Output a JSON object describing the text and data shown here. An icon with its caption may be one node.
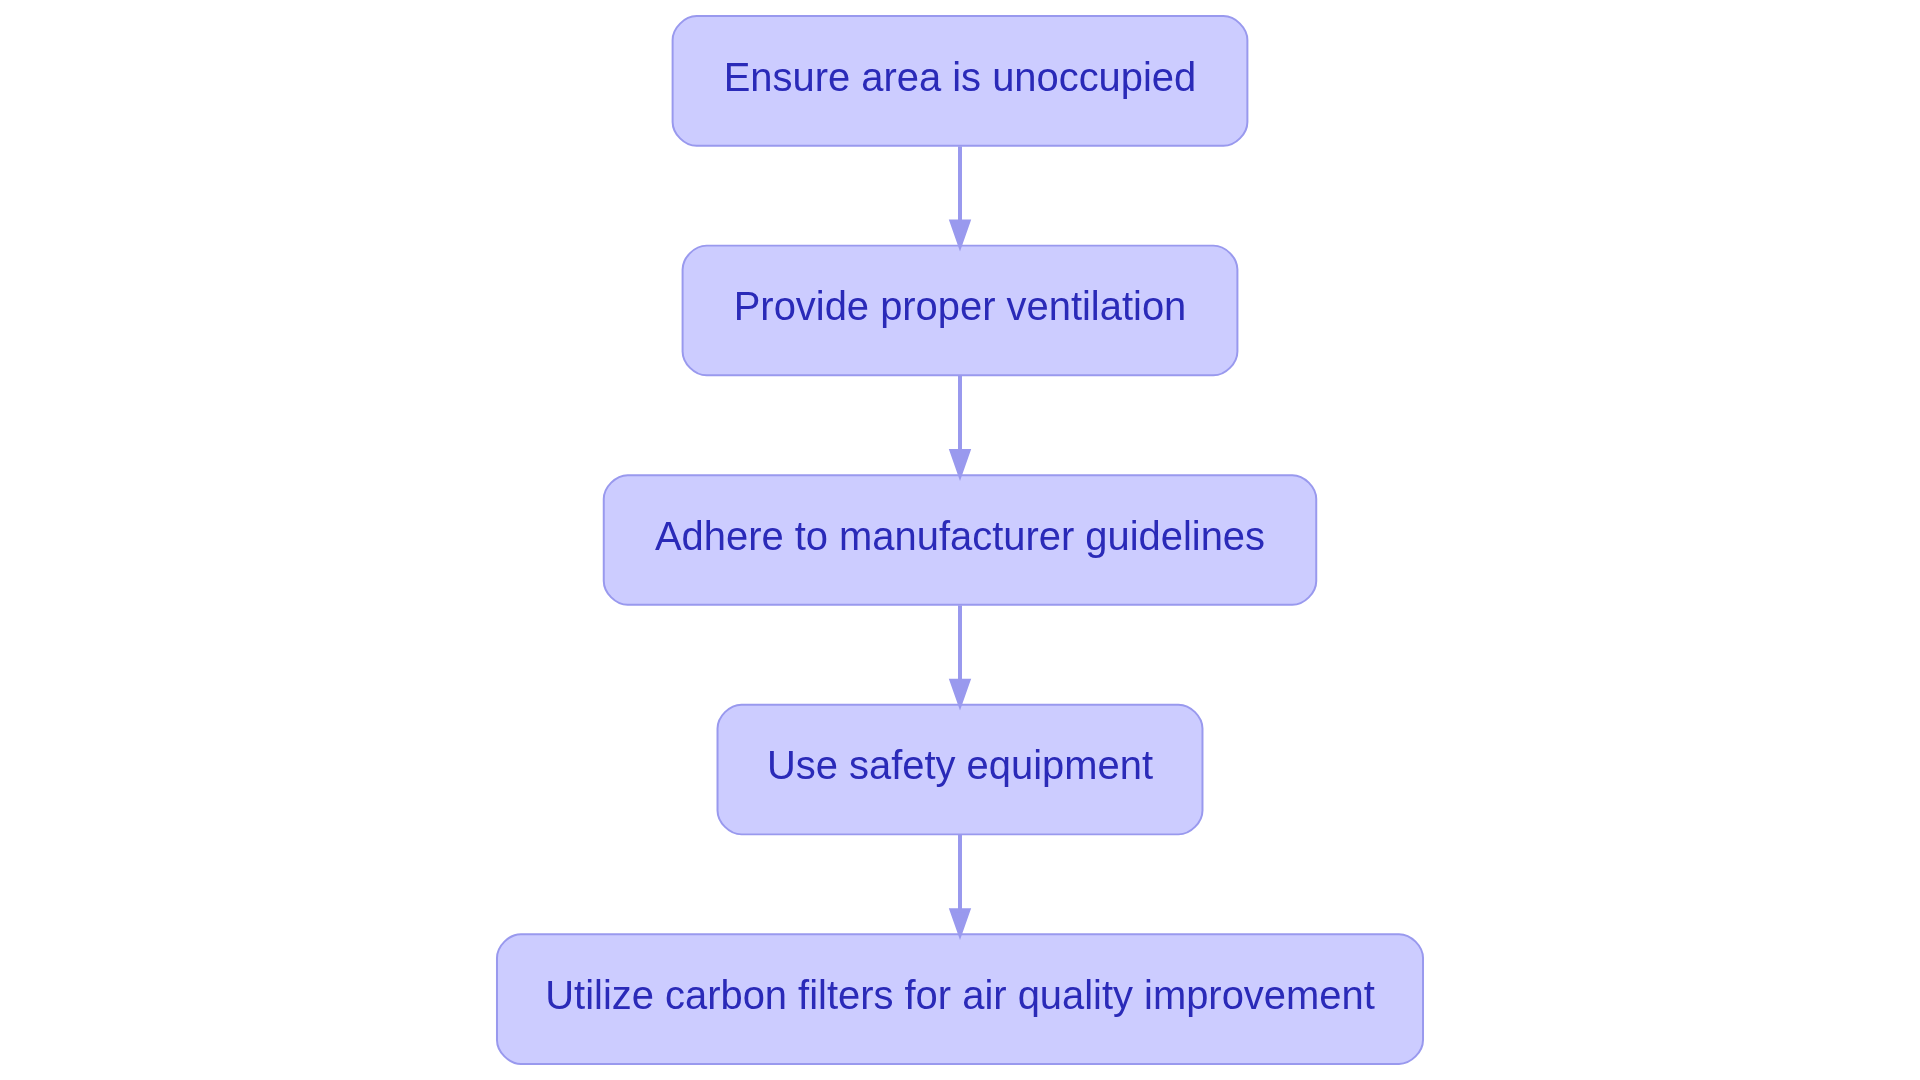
{
  "diagram": {
    "nodes": [
      {
        "text": [
          "Ensure area is unoccupied"
        ]
      },
      {
        "text": [
          "Provide proper ventilation"
        ]
      },
      {
        "text": [
          "Adhere to manufacturer guidelines"
        ]
      },
      {
        "text": [
          "Use safety equipment"
        ]
      },
      {
        "text": [
          "Utilize carbon filters for air quality improvement"
        ]
      }
    ],
    "edges": [
      {
        "from": 0,
        "to": 1,
        "arrow": "to"
      },
      {
        "from": 1,
        "to": 2,
        "arrow": "to"
      },
      {
        "from": 2,
        "to": 3,
        "arrow": "to"
      },
      {
        "from": 3,
        "to": 4,
        "arrow": "to"
      }
    ]
  }
}
